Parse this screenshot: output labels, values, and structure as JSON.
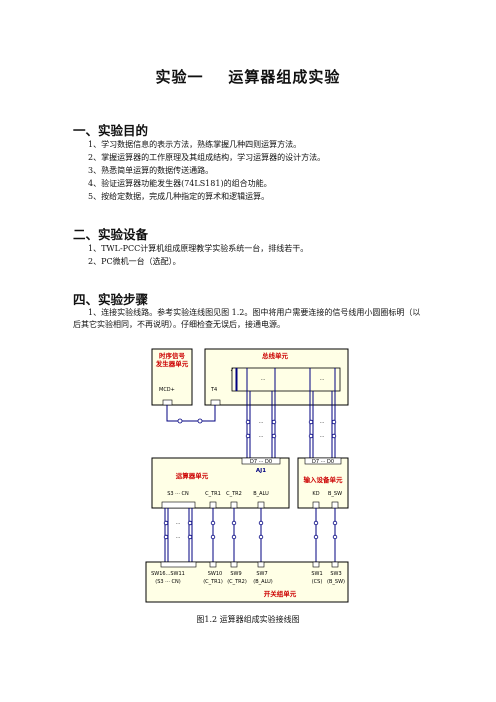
{
  "doc": {
    "title": "实验一    运算器组成实验",
    "sections": [
      {
        "heading": "一、实验目的",
        "items": [
          "1、学习数据信息的表示方法，熟练掌握几种四则运算方法。",
          "2、掌握运算器的工作原理及其组成结构，学习运算器的设计方法。",
          "3、熟悉简单运算的数据传送通路。",
          "4、验证运算器功能发生器(74LS181)的组合功能。",
          "5、按给定数据，完成几种指定的算术和逻辑运算。"
        ]
      },
      {
        "heading": "二、实验设备",
        "items": [
          "1、TWL-PCC计算机组成原理教学实验系统一台，排线若干。",
          "2、PC微机一台（选配）。"
        ]
      },
      {
        "heading": "四、实验步骤",
        "paragraph": "1、连接实验线路。参考实验连线图见图 1.2。图中将用户需要连接的信号线用小圆圈标明（以后其它实验相同，不再说明）。仔细检查无误后，接通电源。"
      }
    ],
    "caption": "图1.2 运算器组成实验接线图"
  },
  "diagram": {
    "timing_unit": [
      "时序信号",
      "发生器单元"
    ],
    "clock_label": "MCD+",
    "t4_label": "T4",
    "bus_unit": "总线单元",
    "dots": "···",
    "alu_unit": "运算器单元",
    "alu_bus_label": "D7 ··· D0",
    "alu_chip": "AJ1",
    "alu_pins": [
      "S3 ··· CN",
      "C_TR1",
      "C_TR2",
      "B_ALU"
    ],
    "input_unit": "输入设备单元",
    "input_bus_label": "D7 ··· D0",
    "input_pins": [
      "KD",
      "B_SW"
    ],
    "switch_unit": "开关组单元",
    "switch_top": [
      "SW16...SW11",
      "SW10",
      "SW9",
      "SW7",
      "SW1",
      "SW3"
    ],
    "switch_bottom": [
      "(S3 ··· CN)",
      "(C_TR1)",
      "(C_TR2)",
      "(B_ALU)",
      "(CS)",
      "(B_SW)"
    ]
  },
  "colors": {
    "box_fill": "#ffffe6",
    "unit_title": "#cc0000",
    "wire": "#000080",
    "chip_label": "#000080"
  }
}
